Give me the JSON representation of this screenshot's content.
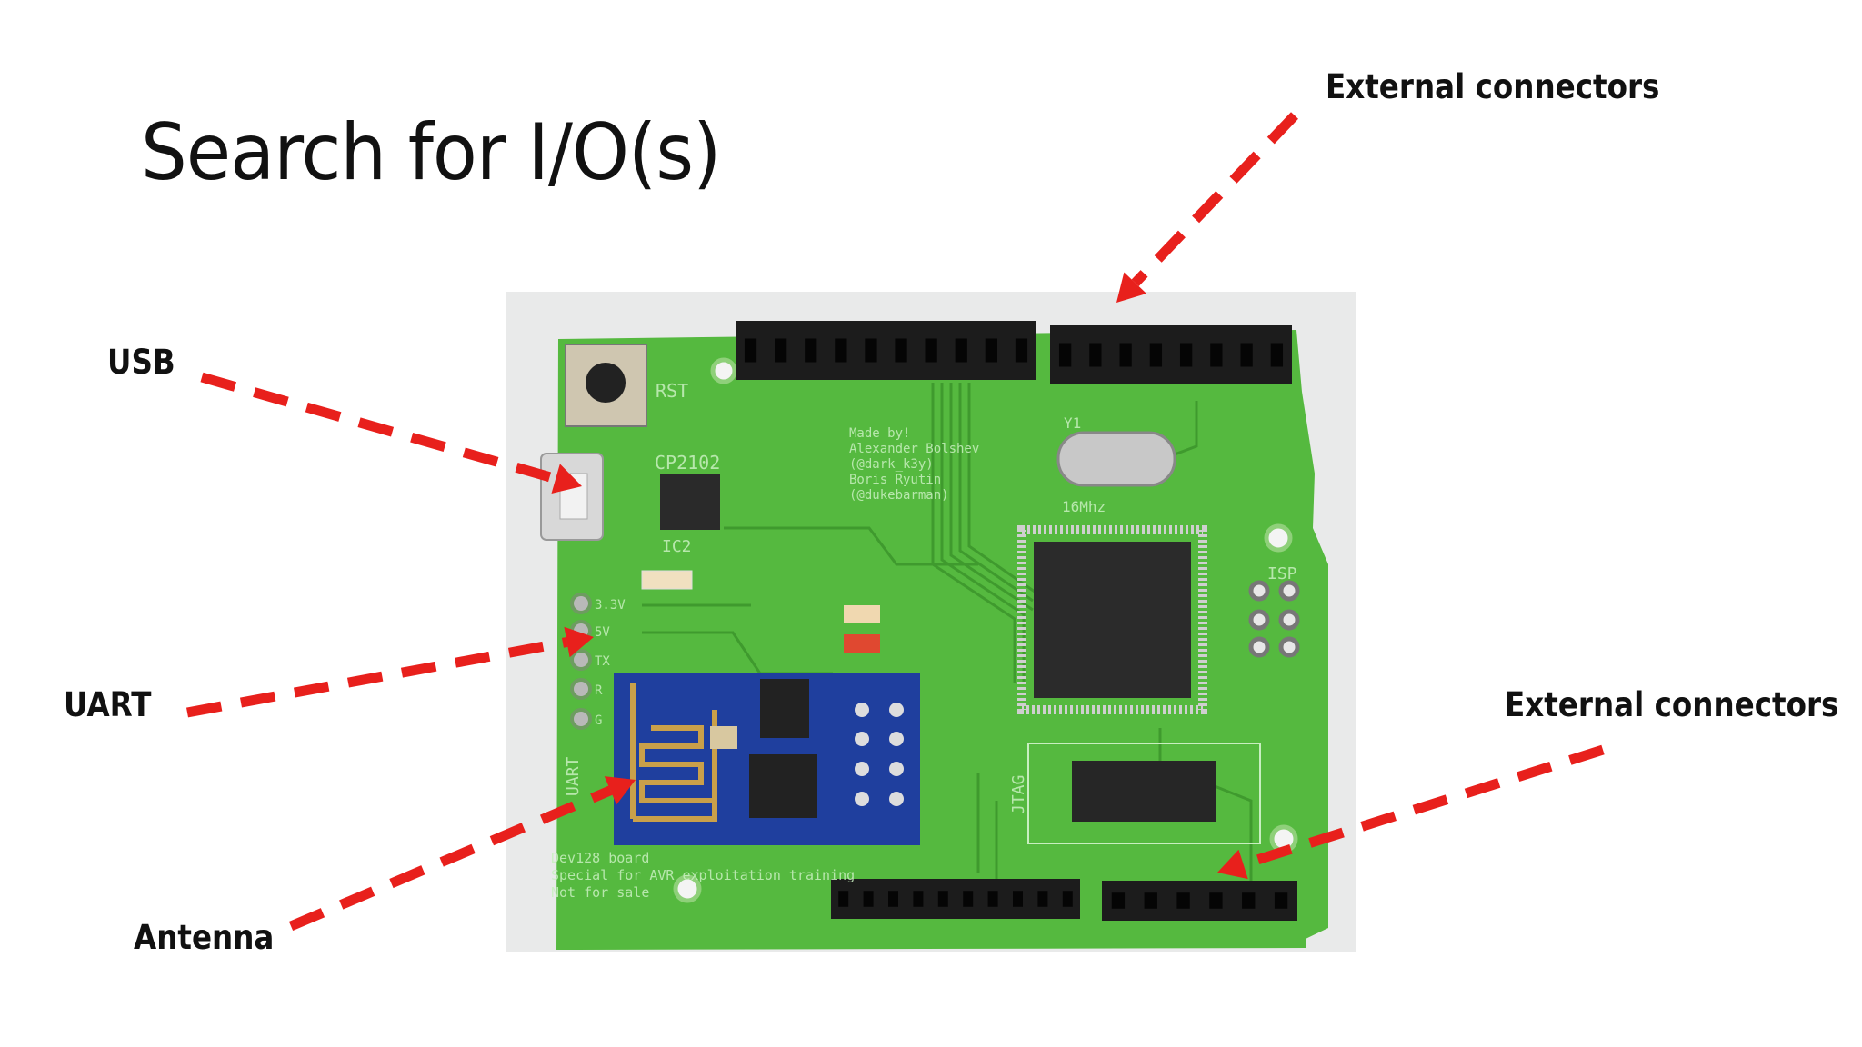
{
  "slide": {
    "title": "Search for I/O(s)",
    "labels": {
      "external_top": "External connectors",
      "usb": "USB",
      "uart": "UART",
      "antenna": "Antenna",
      "external_bottom": "External connectors"
    }
  },
  "photo": {
    "silkscreen": {
      "rst": "RST",
      "cp2102": "CP2102",
      "ic2": "IC2",
      "made_by": [
        "Made by!",
        "Alexander Bolshev",
        "(@dark_k3y)",
        "Boris Ryutin",
        "(@dukebarman)"
      ],
      "y1": "Y1",
      "freq": "16Mhz",
      "isp": "ISP",
      "jtag": "JTAG",
      "uart": "UART",
      "uart_pins": [
        "3.3V",
        "5V",
        "TX",
        "R",
        "G"
      ],
      "footer": [
        "Dev128 board",
        "Special for AVR exploitation training",
        "Not for sale"
      ]
    }
  },
  "colors": {
    "arrow": "#e8201c",
    "pcb": "#55b93f",
    "esp_module": "#1f3f9e"
  }
}
